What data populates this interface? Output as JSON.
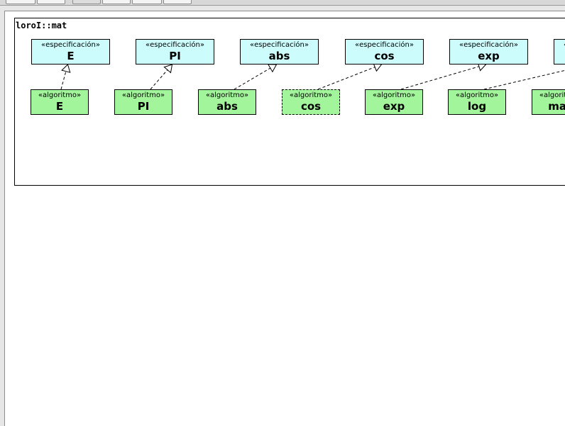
{
  "package": {
    "title": "loroI::mat"
  },
  "specifications": [
    {
      "stereotype": "«especificación»",
      "name": "E"
    },
    {
      "stereotype": "«especificación»",
      "name": "PI"
    },
    {
      "stereotype": "«especificación»",
      "name": "abs"
    },
    {
      "stereotype": "«especificación»",
      "name": "cos"
    },
    {
      "stereotype": "«especificación»",
      "name": "exp"
    },
    {
      "stereotype": "«especificación»",
      "name": ""
    }
  ],
  "algorithms": [
    {
      "stereotype": "«algoritmo»",
      "name": "E",
      "selected": false
    },
    {
      "stereotype": "«algoritmo»",
      "name": "PI",
      "selected": false
    },
    {
      "stereotype": "«algoritmo»",
      "name": "abs",
      "selected": false
    },
    {
      "stereotype": "«algoritmo»",
      "name": "cos",
      "selected": true
    },
    {
      "stereotype": "«algoritmo»",
      "name": "exp",
      "selected": false
    },
    {
      "stereotype": "«algoritmo»",
      "name": "log",
      "selected": false
    },
    {
      "stereotype": "«algoritmo»",
      "name": "max",
      "selected": false
    }
  ],
  "realizations": [
    {
      "from": "algorithms.0",
      "to": "specifications.0"
    },
    {
      "from": "algorithms.1",
      "to": "specifications.1"
    },
    {
      "from": "algorithms.2",
      "to": "specifications.2"
    },
    {
      "from": "algorithms.3",
      "to": "specifications.3"
    },
    {
      "from": "algorithms.4",
      "to": "specifications.4"
    },
    {
      "from": "algorithms.5",
      "to": "specifications.5"
    }
  ],
  "colors": {
    "specification_fill": "#ccfcfc",
    "algorithm_fill": "#a2f59a",
    "canvas": "#ffffff"
  }
}
